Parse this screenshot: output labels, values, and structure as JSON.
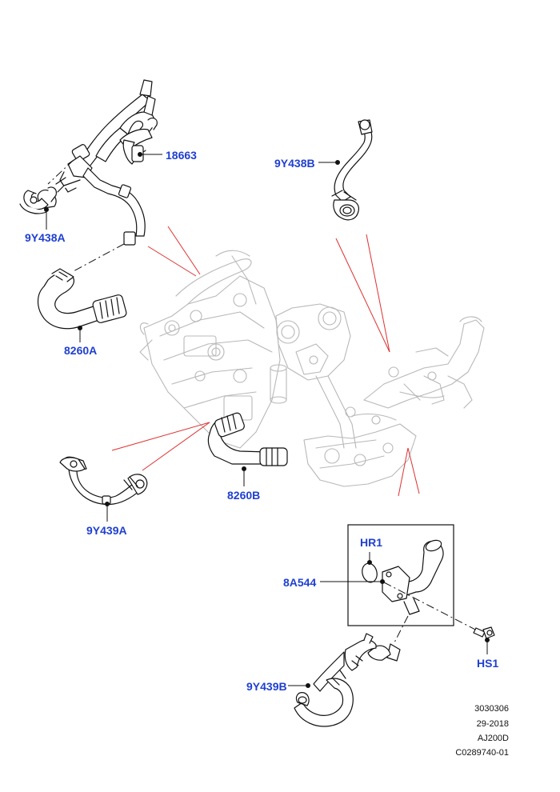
{
  "callouts": {
    "c18663": "18663",
    "c9y438a": "9Y438A",
    "c9y438b": "9Y438B",
    "c8260a": "8260A",
    "c8260b": "8260B",
    "c9y439a": "9Y439A",
    "chr1": "HR1",
    "c8a544": "8A544",
    "chs1": "HS1",
    "c9y439b": "9Y439B"
  },
  "reference": {
    "line1": "3030306",
    "line2": "29-2018",
    "line3": "AJ200D",
    "line4": "C0289740-01"
  },
  "colors": {
    "callout": "#1f3fd1",
    "leader_red": "#e03030",
    "line_black": "#111111",
    "engine_gray": "#b5b5b5"
  }
}
